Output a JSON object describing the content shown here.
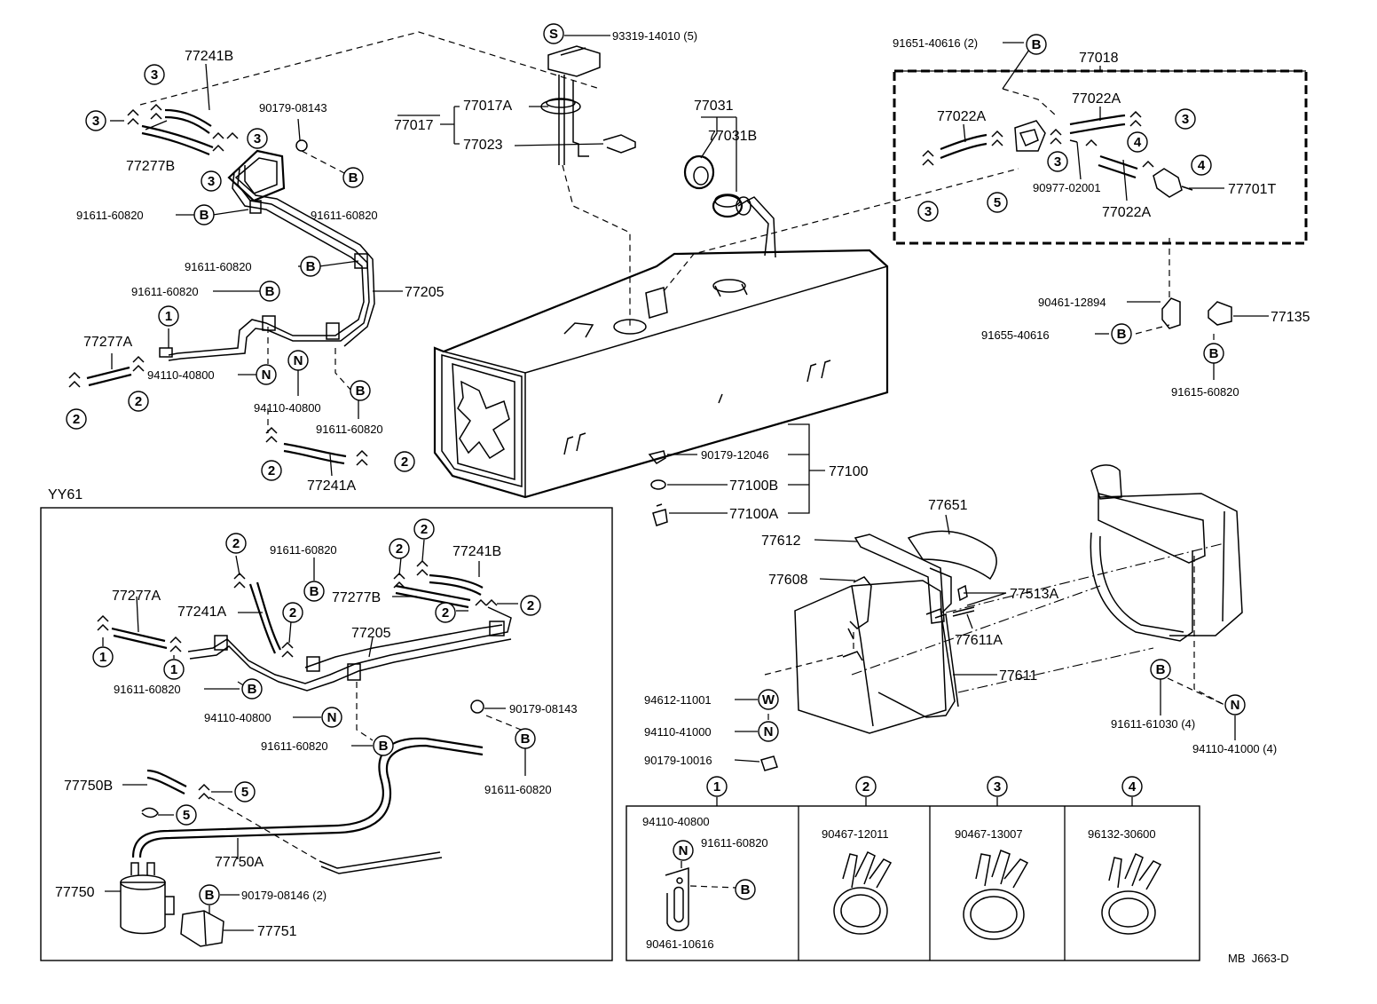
{
  "diagram": {
    "part_labels": {
      "p93319": "93319-14010 (5)",
      "p77017A": "77017A",
      "p77017": "77017",
      "p77023": "77023",
      "p77031": "77031",
      "p77031B": "77031B",
      "p77241B_top": "77241B",
      "p90179_08143_top": "90179-08143",
      "p77277B_top": "77277B",
      "p91611_a": "91611-60820",
      "p91611_b": "91611-60820",
      "p91611_c": "91611-60820",
      "p91611_d": "91611-60820",
      "p91611_e": "91611-60820",
      "p77205_top": "77205",
      "p77277A_top": "77277A",
      "p94110_a": "94110-40800",
      "p94110_b": "94110-40800",
      "p77241A_top": "77241A",
      "p91651": "91651-40616 (2)",
      "p77018": "77018",
      "p77022A_a": "77022A",
      "p77022A_b": "77022A",
      "p77022A_c": "77022A",
      "p90977": "90977-02001",
      "p77701T": "77701T",
      "p90461_12894": "90461-12894",
      "p77135": "77135",
      "p91655": "91655-40616",
      "p91615": "91615-60820",
      "p90179_12046": "90179-12046",
      "p77100": "77100",
      "p77100B": "77100B",
      "p77100A": "77100A",
      "p77651": "77651",
      "p77612": "77612",
      "p77608": "77608",
      "p77513A": "77513A",
      "p77611A": "77611A",
      "p77611": "77611",
      "p94612": "94612-11001",
      "p94110_41000": "94110-41000",
      "p90179_10016": "90179-10016",
      "p91611_61030": "91611-61030 (4)",
      "p94110_41000_4": "94110-41000 (4)",
      "yy_91611_a": "91611-60820",
      "yy_77241B": "77241B",
      "yy_77277A": "77277A",
      "yy_77241A": "77241A",
      "yy_77277B": "77277B",
      "yy_77205": "77205",
      "yy_91611_b": "91611-60820",
      "yy_90179_08143": "90179-08143",
      "yy_94110": "94110-40800",
      "yy_91611_c": "91611-60820",
      "yy_91611_d": "91611-60820",
      "yy_77750B": "77750B",
      "yy_77750A": "77750A",
      "yy_77750": "77750",
      "yy_90179_08146": "90179-08146 (2)",
      "yy_77751": "77751",
      "box1_94110": "94110-40800",
      "box1_91611": "91611-60820",
      "box1_90461": "90461-10616",
      "box2_90467": "90467-12011",
      "box3_90467": "90467-13007",
      "box4_96132": "96132-30600"
    },
    "region_label": "YY61",
    "callouts": {
      "S": "S",
      "B": "B",
      "N": "N",
      "W": "W",
      "one": "1",
      "two": "2",
      "three": "3",
      "four": "4",
      "five": "5"
    },
    "footer_code": "MB  J663-D"
  }
}
